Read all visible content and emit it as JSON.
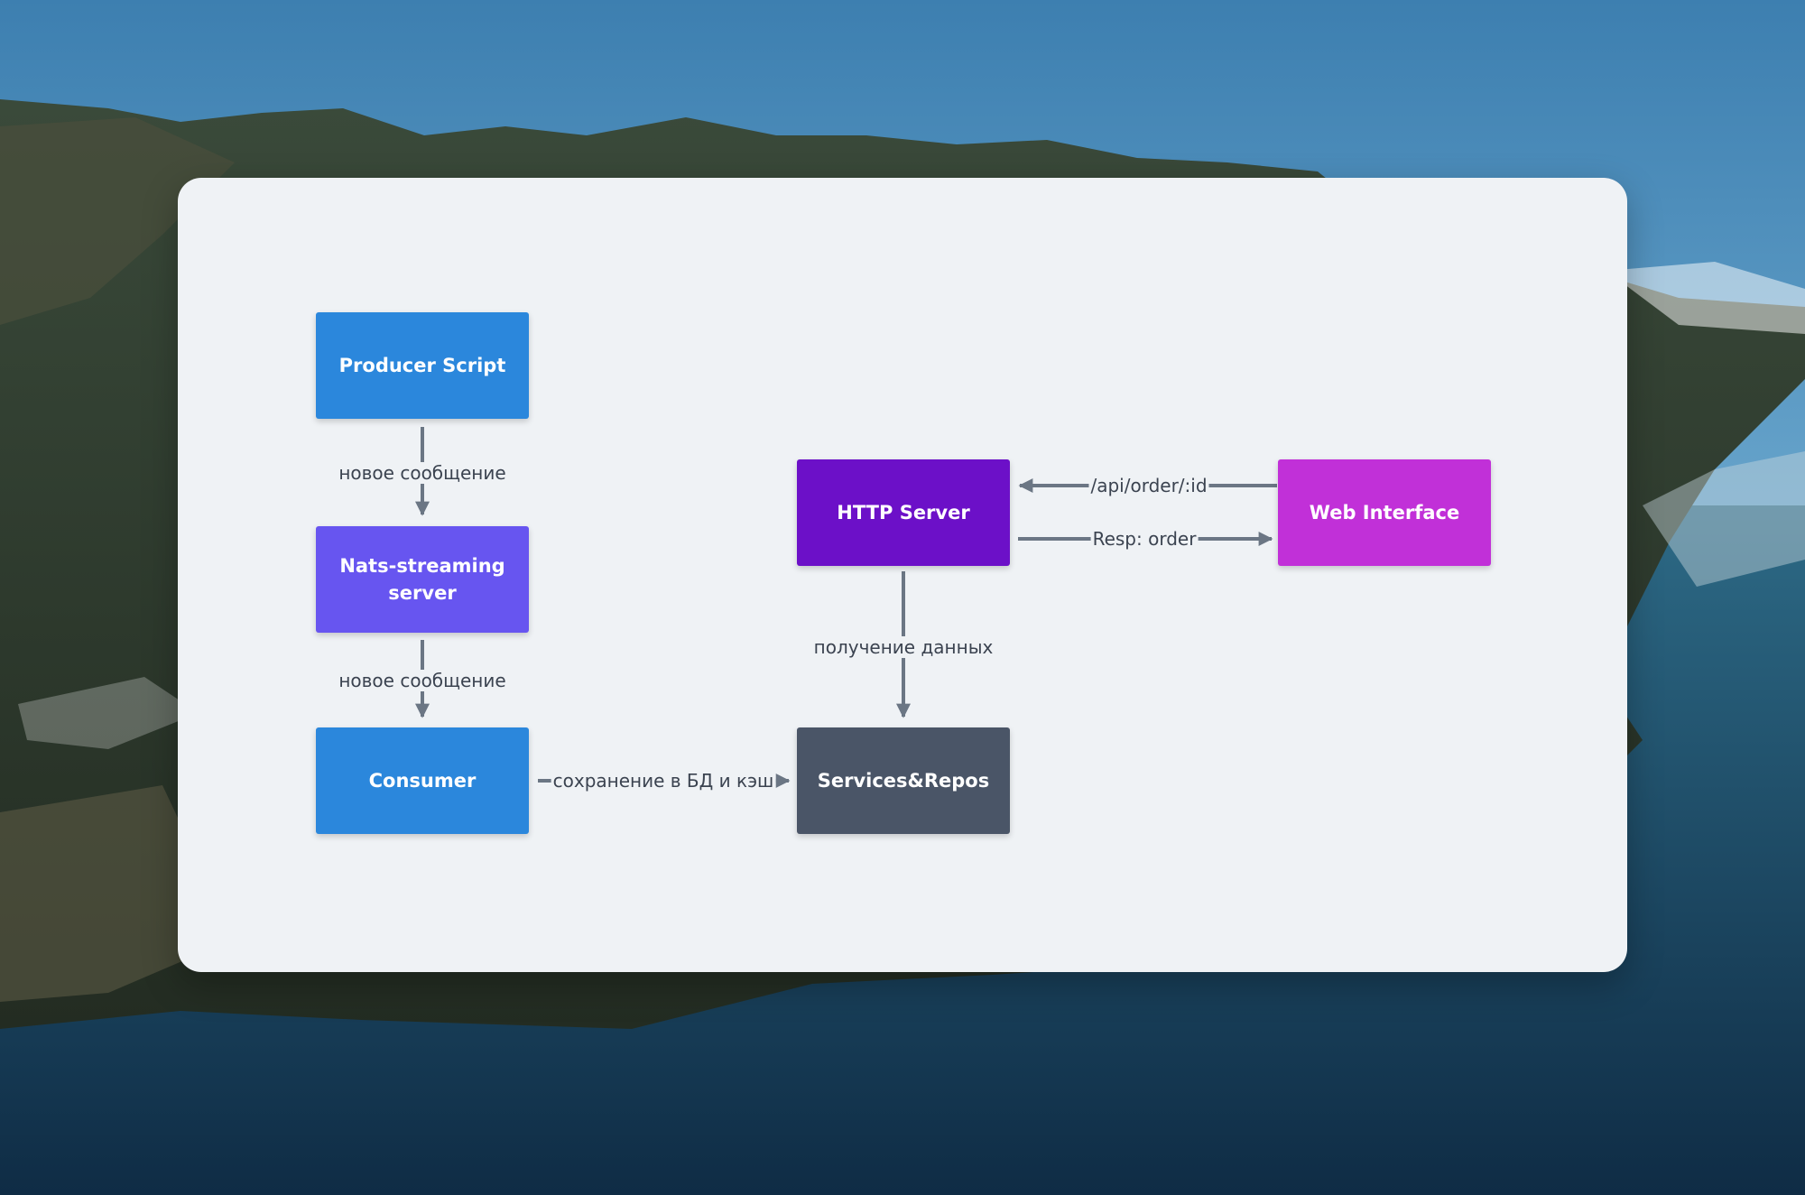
{
  "colors": {
    "card": "#eff2f5",
    "edge": "#6b7684",
    "producer": "#2b87dc",
    "nats": "#6755f0",
    "consumer": "#2b87dc",
    "http": "#6c10c8",
    "web": "#c130d8",
    "services": "#4a5567"
  },
  "nodes": {
    "producer": {
      "label": "Producer Script"
    },
    "nats": {
      "label": "Nats-streaming\nserver"
    },
    "consumer": {
      "label": "Consumer"
    },
    "http": {
      "label": "HTTP Server"
    },
    "web": {
      "label": "Web Interface"
    },
    "services": {
      "label": "Services&Repos"
    }
  },
  "edges": {
    "producer_to_nats": {
      "label": "новое сообщение"
    },
    "nats_to_consumer": {
      "label": "новое сообщение"
    },
    "consumer_to_services": {
      "label": "сохранение в БД и кэш"
    },
    "http_to_services": {
      "label": "получение данных"
    },
    "web_to_http": {
      "label": "/api/order/:id"
    },
    "http_to_web": {
      "label": "Resp: order"
    }
  }
}
